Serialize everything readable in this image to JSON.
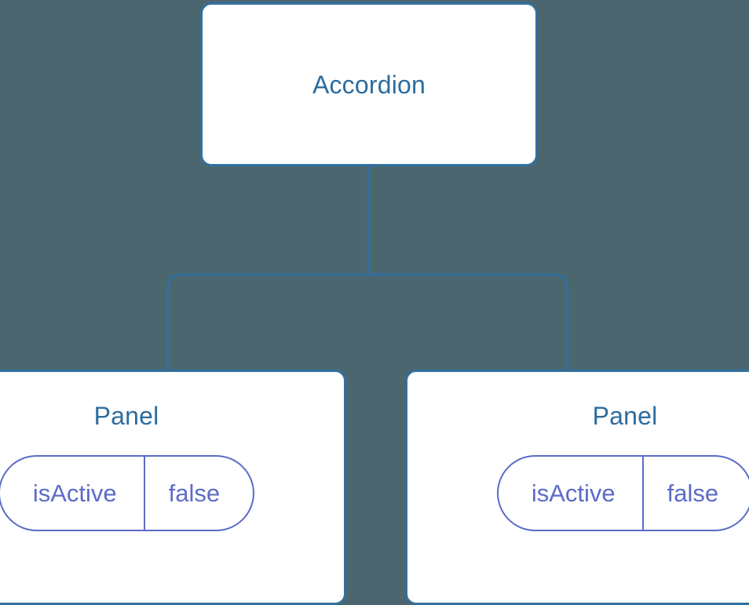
{
  "diagram": {
    "type": "component-tree",
    "background_color": "#4c6670",
    "node_border_color": "#31709f",
    "node_fill_color": "#ffffff",
    "node_label_color": "#2d6c9e",
    "edge_color": "#31709f",
    "pill_border_color": "#5c6bc8",
    "pill_text_color": "#5c6bc8",
    "root": {
      "label": "Accordion"
    },
    "children": [
      {
        "label": "Panel",
        "state": {
          "key": "isActive",
          "value": "false"
        }
      },
      {
        "label": "Panel",
        "state": {
          "key": "isActive",
          "value": "false"
        }
      }
    ]
  }
}
